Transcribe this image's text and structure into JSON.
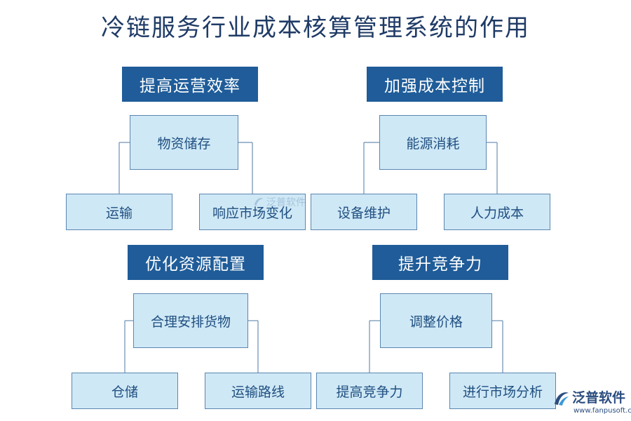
{
  "title": "冷链服务行业成本核算管理系统的作用",
  "sections": [
    {
      "header": "提高运营效率",
      "main": "物资储存",
      "left": "运输",
      "right": "响应市场变化"
    },
    {
      "header": "加强成本控制",
      "main": "能源消耗",
      "left": "设备维护",
      "right": "人力成本"
    },
    {
      "header": "优化资源配置",
      "main": "合理安排货物",
      "left": "仓储",
      "right": "运输路线"
    },
    {
      "header": "提升竞争力",
      "main": "调整价格",
      "left": "提高竞争力",
      "right": "进行市场分析"
    }
  ],
  "watermark": {
    "text": "泛普软件"
  },
  "logo": {
    "name": "泛普软件",
    "url": "www.fanpusoft.com"
  },
  "colors": {
    "header_bg": "#1f5c99",
    "box_bg": "#cfe8f6",
    "box_border": "#5b86b0",
    "title": "#1f3b66"
  }
}
